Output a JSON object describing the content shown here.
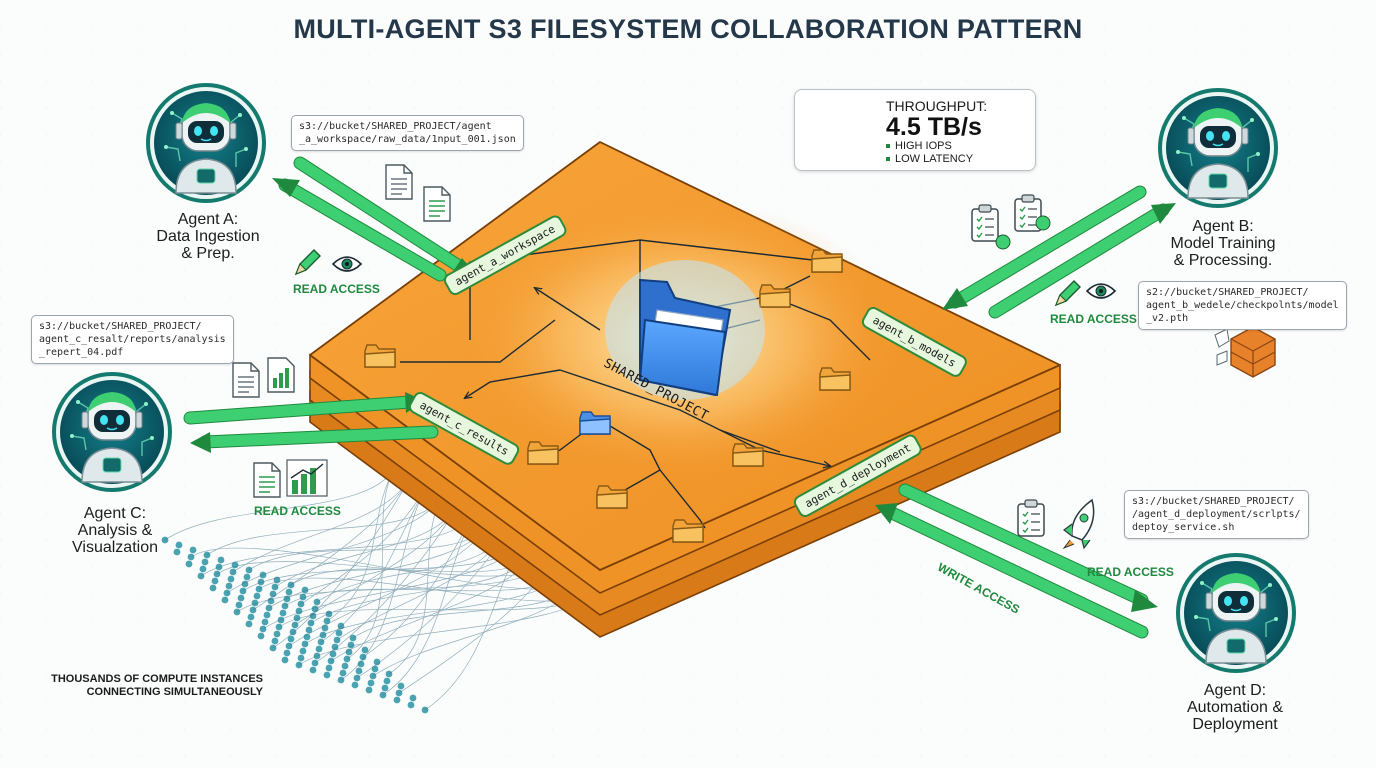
{
  "title": "MULTI-AGENT S3 FILESYSTEM COLLABORATION PATTERN",
  "root_folder": "SHARED_PROJECT",
  "folders": {
    "agent_a": "agent_a_workspace",
    "agent_b": "agent_b_models",
    "agent_c": "agent_c_results",
    "agent_d": "agent_d_deployment"
  },
  "agents": [
    {
      "id": "a",
      "label_lines": [
        "Agent A:",
        "Data Ingestion",
        "& Prep."
      ],
      "path_lines": [
        "s3://bucket/SHARED_PROJECT/agent",
        "_a_workspace/raw_data/1nput_001.json"
      ],
      "access": [
        "READ ACCESS"
      ]
    },
    {
      "id": "b",
      "label_lines": [
        "Agent B:",
        "Model Training",
        "& Processing."
      ],
      "path_lines": [
        "s2://bucket/SHARED_PROJECT/",
        "agent_b_wedele/checkpolnts/model",
        "_v2.pth"
      ],
      "access": [
        "READ ACCESS"
      ]
    },
    {
      "id": "c",
      "label_lines": [
        "Agent C:",
        "Analysis &",
        "Visualzation"
      ],
      "path_lines": [
        "s3://bucket/SHARED_PROJECT/",
        "agent_c_resalt/reports/analysis",
        "_repert_04.pdf"
      ],
      "access": [
        "READ ACCESS"
      ]
    },
    {
      "id": "d",
      "label_lines": [
        "Agent D:",
        "Automation &",
        "Deployment"
      ],
      "path_lines": [
        "s3://bucket/SHARED_PROJECT/",
        "/agent_d_deployment/scrlpts/",
        "deptoy_service.sh"
      ],
      "access": [
        "READ ACCESS",
        "WRITE ACCESS"
      ]
    }
  ],
  "performance": {
    "label": "THROUGHPUT:",
    "value": "4.5 TB/s",
    "bullets": [
      "HIGH IOPS",
      "LOW LATENCY"
    ]
  },
  "compute_note": [
    "THOUSANDS OF COMPUTE INSTANCES",
    "CONNECTING SIMULTANEOUSLY"
  ],
  "colors": {
    "platform": "#f39a2e",
    "platform_edge": "#c86f10",
    "arrow": "#3fcf73",
    "tag_bg": "#e6f7dd",
    "tag_border": "#2e8b3b",
    "agent_ring": "#157a6e",
    "agent_fill": "#0c5f6b",
    "title": "#24384a",
    "node": "#2a93a3"
  },
  "icons": [
    "robot-icon",
    "document-icon",
    "checklist-icon",
    "pencil-icon",
    "eye-icon",
    "bar-chart-icon",
    "rocket-icon",
    "gauge-icon",
    "trend-up-icon",
    "folder-icon",
    "storage-cube-icon"
  ]
}
